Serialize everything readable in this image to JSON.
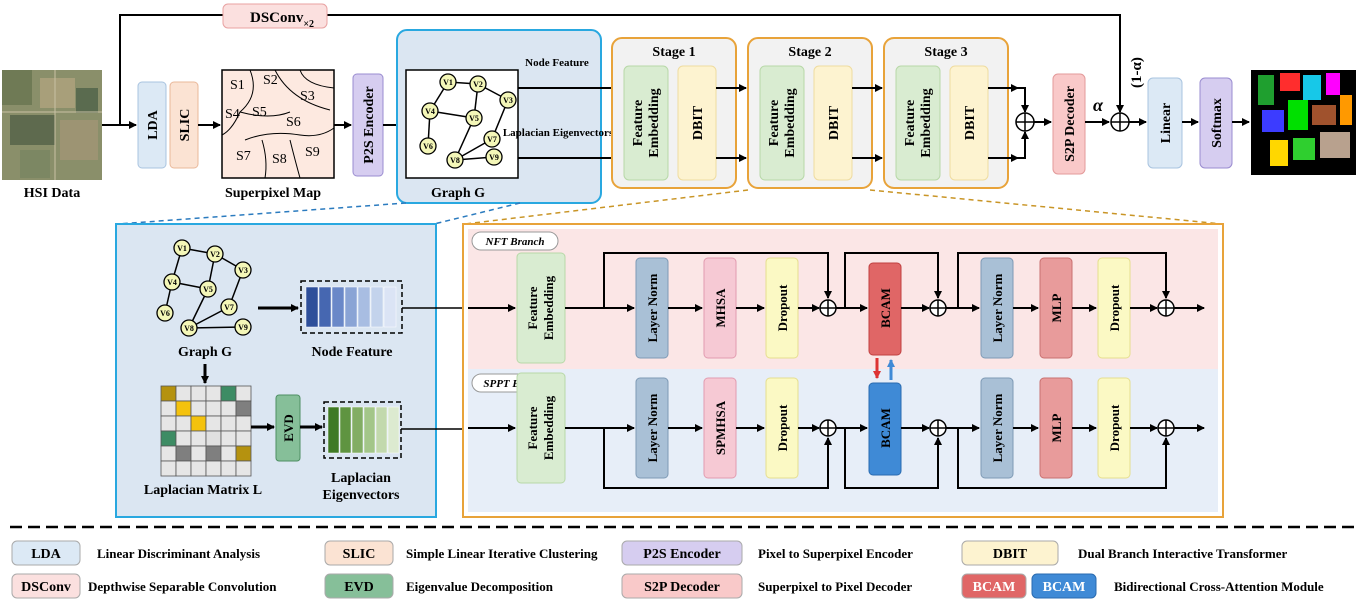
{
  "top": {
    "hsi_label": "HSI Data",
    "dsconv_label": "DSConv",
    "dsconv_sub": "×2",
    "lda": "LDA",
    "slic": "SLIC",
    "superpixel_map_label": "Superpixel Map",
    "superpixels": [
      "S1",
      "S2",
      "S3",
      "S4",
      "S5",
      "S6",
      "S7",
      "S8",
      "S9"
    ],
    "p2s": "P2S Encoder",
    "graph_label": "Graph G",
    "node_feature": "Node Feature",
    "laplacian_eigenvectors": "Laplacian Eigenvectors",
    "stages": [
      "Stage 1",
      "Stage 2",
      "Stage 3"
    ],
    "feature_embedding": "Feature Embedding",
    "dbit": "DBIT",
    "s2p": "S2P Decoder",
    "alpha": "α",
    "one_minus_alpha": "(1-α)",
    "linear": "Linear",
    "softmax": "Softmax",
    "nodes": [
      "V1",
      "V2",
      "V3",
      "V4",
      "V5",
      "V6",
      "V7",
      "V8",
      "V9"
    ]
  },
  "detail_left": {
    "graph_label": "Graph G",
    "node_feature_label": "Node Feature",
    "laplacian_matrix_label": "Laplacian Matrix L",
    "evd": "EVD",
    "eigen_label_1": "Laplacian",
    "eigen_label_2": "Eigenvectors"
  },
  "detail_right": {
    "nft_branch": "NFT Branch",
    "sppt_branch": "SPPT Branch",
    "feature_embedding": "Feature Embedding",
    "layer_norm": "Layer Norm",
    "mhsa": "MHSA",
    "spmhsa": "SPMHSA",
    "dropout": "Dropout",
    "bcam": "BCAM",
    "mlp": "MLP"
  },
  "legend": [
    {
      "key": "LDA",
      "desc": "Linear Discriminant Analysis",
      "color": "#dce9f5"
    },
    {
      "key": "SLIC",
      "desc": "Simple Linear Iterative Clustering",
      "color": "#fbe3d3"
    },
    {
      "key": "P2S Encoder",
      "desc": "Pixel to Superpixel Encoder",
      "color": "#d6cdf0"
    },
    {
      "key": "DBIT",
      "desc": "Dual Branch Interactive Transformer",
      "color": "#fdf3d0"
    },
    {
      "key": "DSConv",
      "desc": "Depthwise Separable Convolution",
      "color": "#fbe0df"
    },
    {
      "key": "EVD",
      "desc": "Eigenvalue Decomposition",
      "color": "#86bf99"
    },
    {
      "key": "S2P Decoder",
      "desc": "Superpixel to Pixel Decoder",
      "color": "#f9c9c9"
    },
    {
      "key": "BCAM",
      "desc": "Bidirectional Cross-Attention Module",
      "color": "#e06666"
    },
    {
      "key": "BCAM",
      "desc": "",
      "color": "#3f8ad6"
    }
  ]
}
